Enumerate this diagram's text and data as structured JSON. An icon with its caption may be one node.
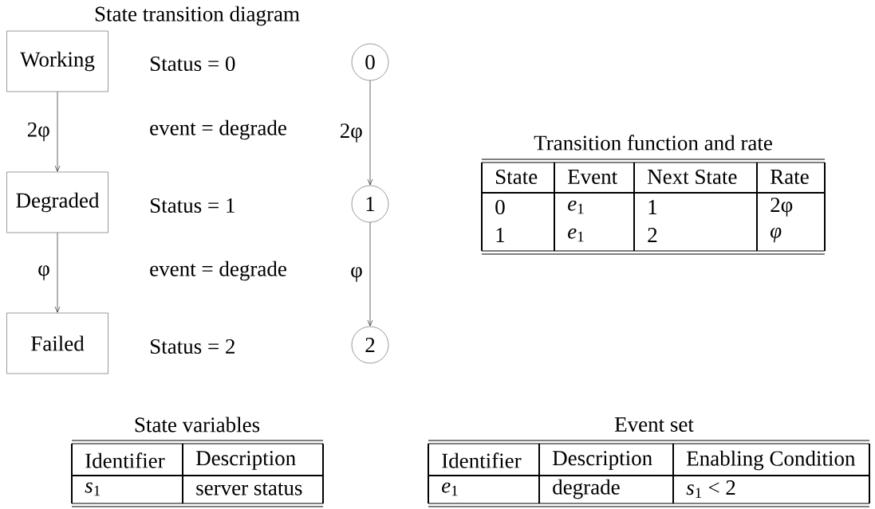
{
  "diagram": {
    "title": "State transition diagram",
    "nodes": [
      {
        "text": [
          "Working"
        ]
      },
      {
        "text": [
          "Degraded"
        ]
      },
      {
        "text": [
          "Failed"
        ]
      },
      {
        "text": [
          "0"
        ]
      },
      {
        "text": [
          "1"
        ]
      },
      {
        "text": [
          "2"
        ]
      }
    ],
    "edges": [
      {
        "from": 0,
        "to": 1,
        "arrow": "to",
        "label": "2φ"
      },
      {
        "from": 1,
        "to": 2,
        "arrow": "to",
        "label": "φ"
      },
      {
        "from": 3,
        "to": 4,
        "arrow": "to",
        "label": "2φ"
      },
      {
        "from": 4,
        "to": 5,
        "arrow": "to",
        "label": "φ"
      }
    ],
    "labels": [
      "Status = 0",
      "event = degrade",
      "Status = 1",
      "event = degrade",
      "Status = 2",
      "Transition function and rate",
      "State",
      "Event",
      "Next State",
      "Rate",
      "0",
      "*e*$_{1}$",
      "1",
      "2φ",
      "1",
      "*e*$_{1}$",
      "2",
      "*φ*",
      "State variables",
      "Identifier",
      "Description",
      "*s*$_{1}$",
      "server status",
      "Event set",
      "Identifier",
      "Description",
      "Enabling Condition",
      "*e*$_{1}$",
      "degrade",
      "*s*$_{1}$ < 2"
    ]
  }
}
